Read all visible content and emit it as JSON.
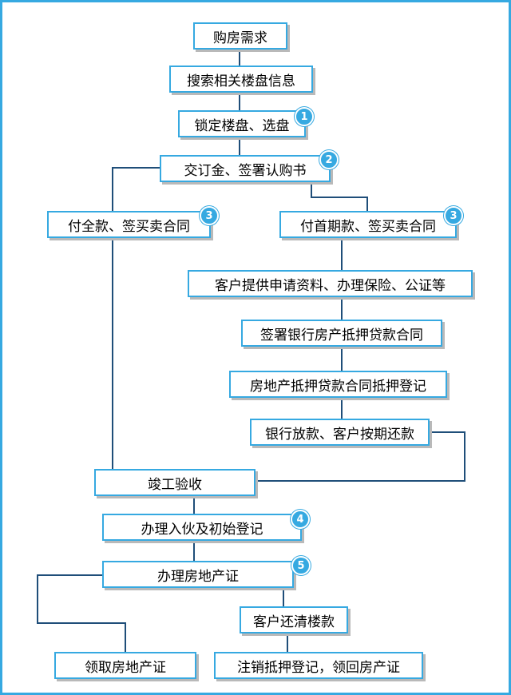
{
  "steps": {
    "demand": "购房需求",
    "search": "搜索相关楼盘信息",
    "lock": "锁定楼盘、选盘",
    "deposit": "交订金、签署认购书",
    "full_payment": "付全款、签买卖合同",
    "down_payment": "付首期款、签买卖合同",
    "materials": "客户提供申请资料、办理保险、公证等",
    "loan_contract": "签署银行房产抵押贷款合同",
    "mortgage_register": "房地产抵押贷款合同抵押登记",
    "loan_release": "银行放款、客户按期还款",
    "completion": "竣工验收",
    "move_in": "办理入伙及初始登记",
    "certificate": "办理房地产证",
    "repay": "客户还清楼款",
    "collect": "领取房地产证",
    "cancel": "注销抵押登记，领回房产证"
  },
  "badges": {
    "lock": "1",
    "deposit": "2",
    "full_payment": "3",
    "down_payment": "3",
    "move_in": "4",
    "certificate": "5"
  },
  "colors": {
    "border": "#36a9e1",
    "connector": "#1f4e79",
    "badge": "#36a9e1",
    "shadow": "#b9b9b9"
  }
}
